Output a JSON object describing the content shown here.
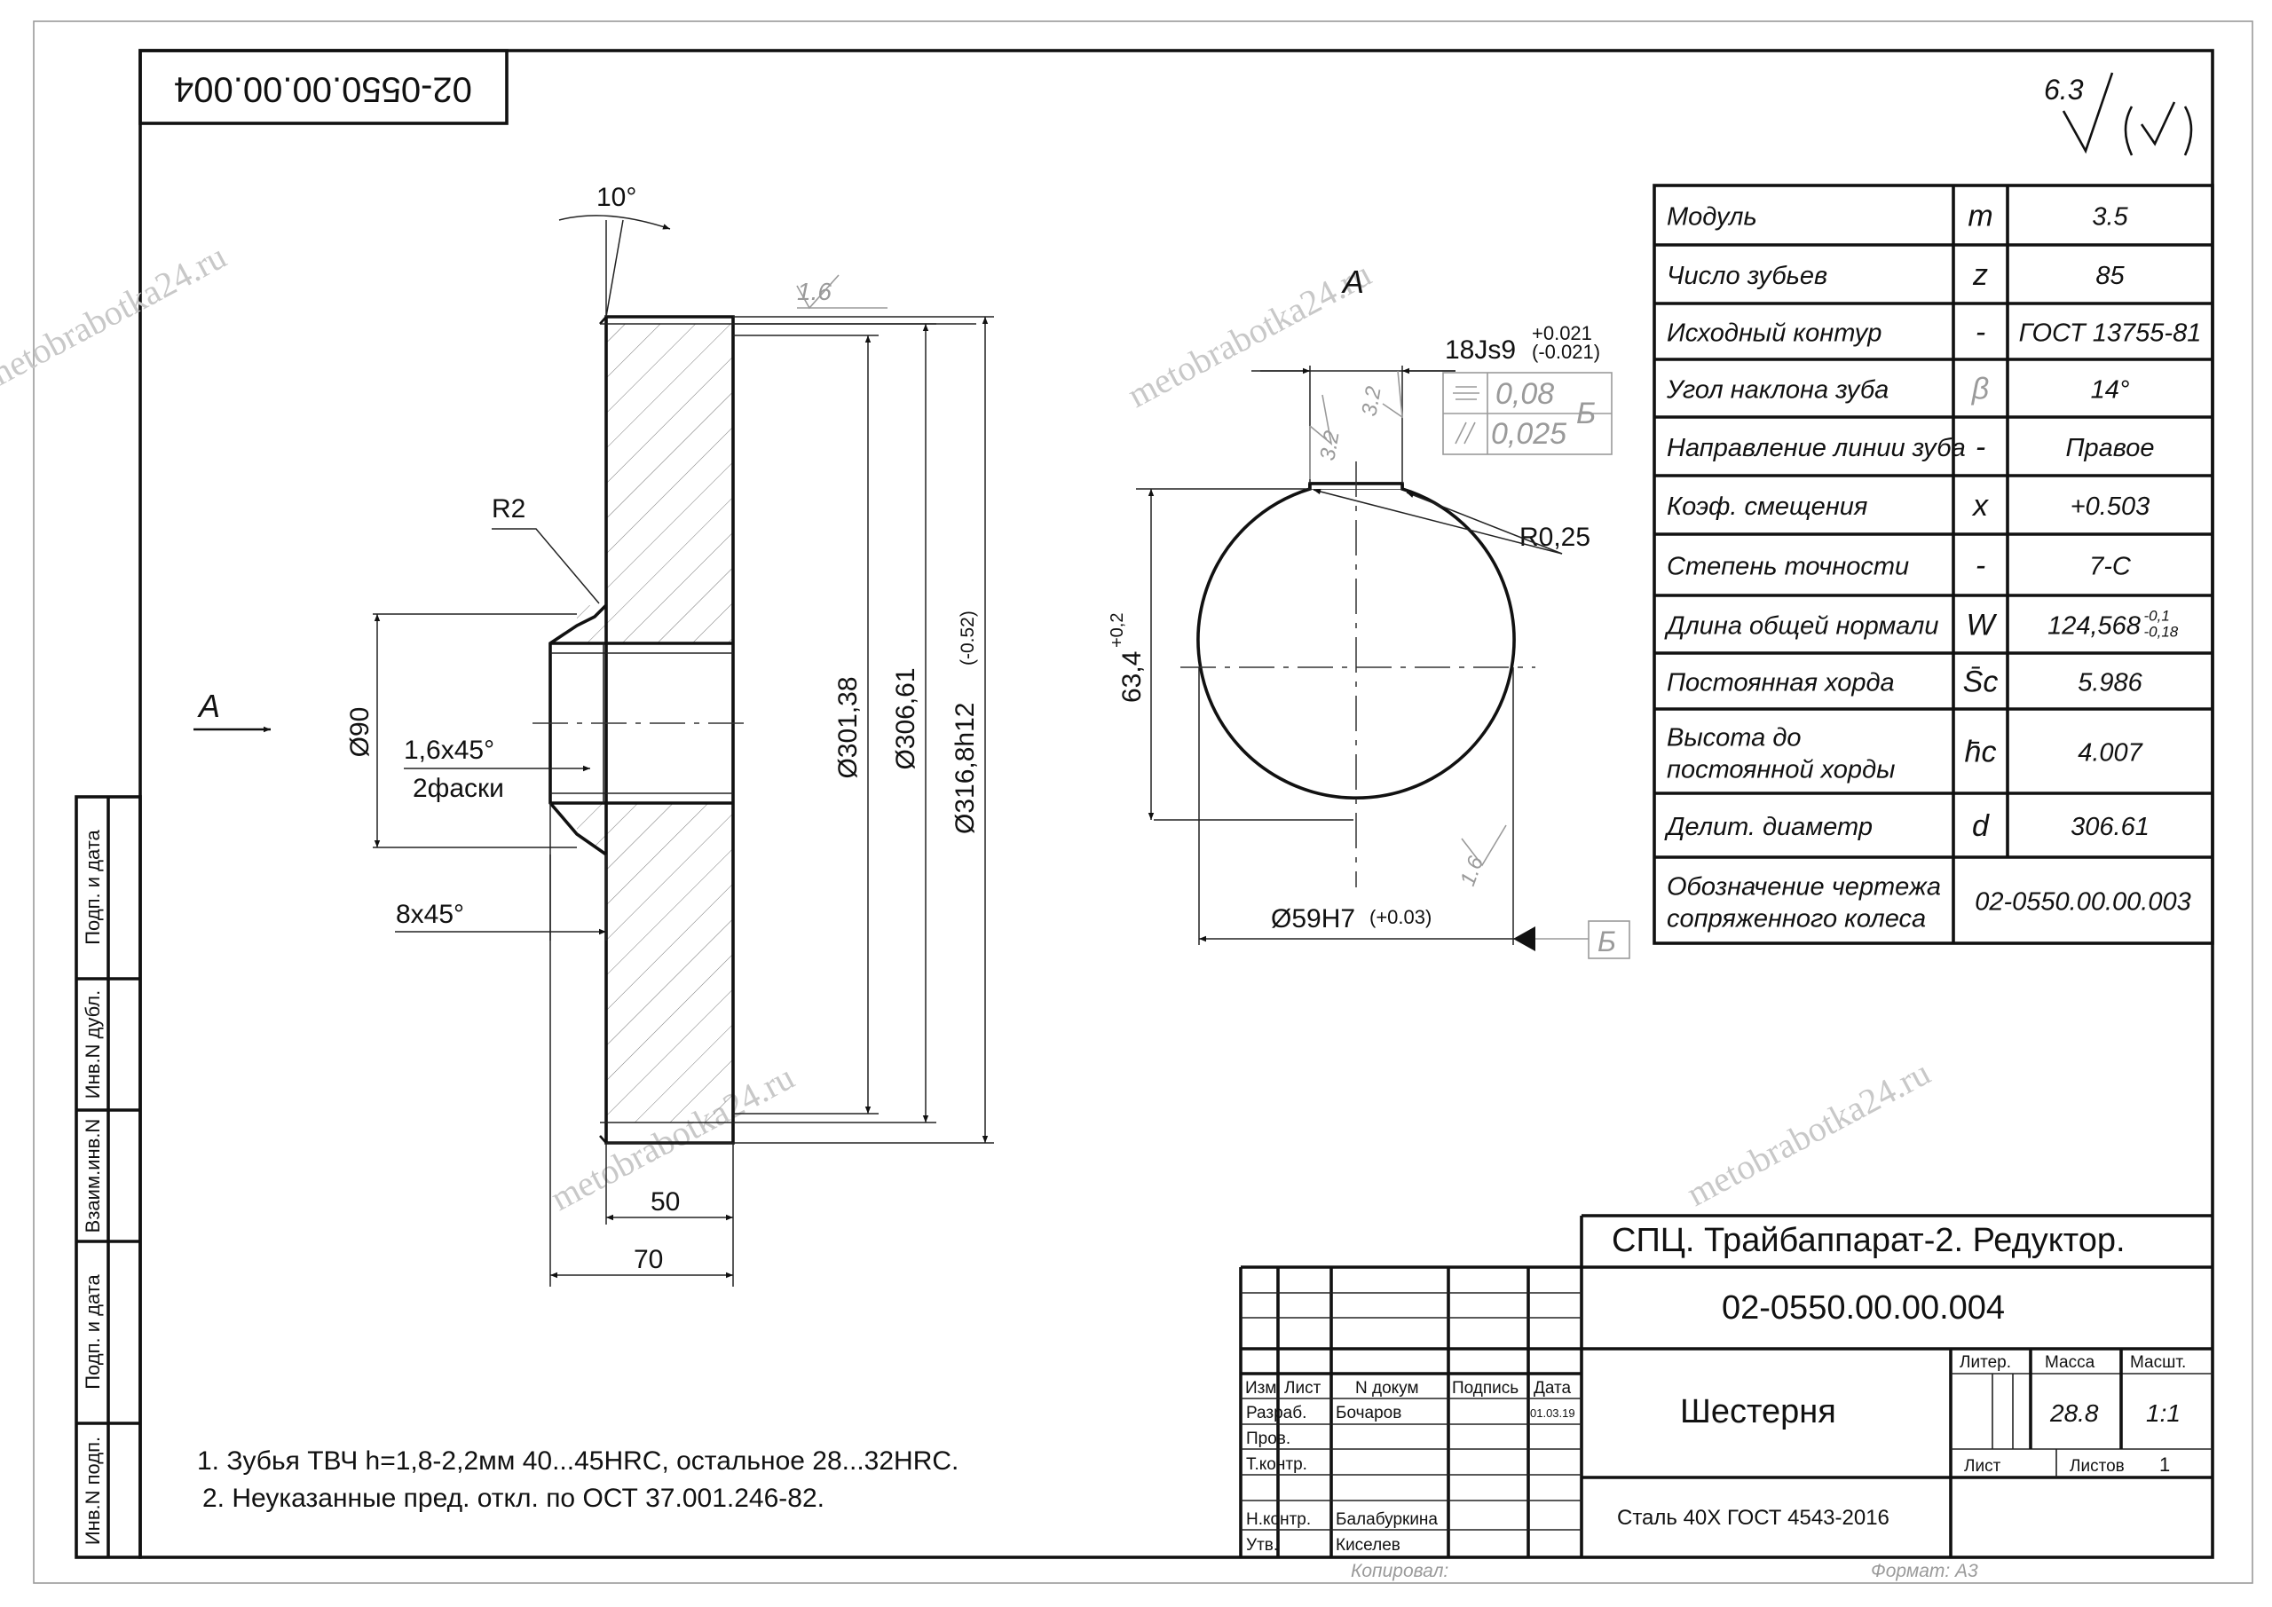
{
  "drawing": {
    "code_rotated": "02-0550.00.00.004",
    "roughness_general": "6.3",
    "watermark": "metobrabotka24.ru"
  },
  "section_view": {
    "angle_label": "10°",
    "roughness_top": "1.6",
    "radius_label": "R2",
    "view_arrow_label": "A",
    "bore_dia": "Ø90",
    "chamfer_small": "1,6x45°",
    "chamfer_small_note": "2фаски",
    "chamfer_large": "8x45°",
    "dia_1": "Ø301,38",
    "dia_2": "Ø306,61",
    "dia_3": "Ø316,8h12",
    "dia_3_tol": "(-0.52)",
    "width_50": "50",
    "width_70": "70"
  },
  "view_a": {
    "title": "A",
    "keyway": "18Js9",
    "keyway_tol_up": "+0.021",
    "keyway_tol_low": "(-0.021)",
    "keyway_roughness_1": "3.2",
    "keyway_roughness_2": "3.2",
    "tol_sym_value": "0,08",
    "tol_par_value": "0,025",
    "datum": "Б",
    "radius": "R0,25",
    "key_depth": "63,4",
    "key_depth_tol": "+0,2",
    "bore": "Ø59H7",
    "bore_tol": "(+0.03)",
    "bore_roughness": "1.6"
  },
  "gear_table": [
    {
      "name": "Модуль",
      "sym": "m",
      "val": "3.5"
    },
    {
      "name": "Число зубьев",
      "sym": "z",
      "val": "85"
    },
    {
      "name": "Исходный контур",
      "sym": "-",
      "val": "ГОСТ 13755-81"
    },
    {
      "name": "Угол наклона зуба",
      "sym": "β",
      "val": "14°"
    },
    {
      "name": "Направление линии зуба",
      "sym": "-",
      "val": "Правое"
    },
    {
      "name": "Коэф. смещения",
      "sym": "x",
      "val": "+0.503"
    },
    {
      "name": "Степень точности",
      "sym": "-",
      "val": "7-C"
    },
    {
      "name": "Длина общей нормали",
      "sym": "W",
      "val": "124,568",
      "tol_up": "-0,1",
      "tol_low": "-0,18"
    },
    {
      "name": "Постоянная хорда",
      "sym": "S̄c",
      "val": "5.986"
    },
    {
      "name": "Высота до",
      "name2": "постоянной хорды",
      "sym": "h̄c",
      "val": "4.007"
    },
    {
      "name": "Делит. диаметр",
      "sym": "d",
      "val": "306.61"
    },
    {
      "name": "Обозначение чертежа",
      "name2": "сопряженного колеса",
      "val": "02-0550.00.00.003"
    }
  ],
  "notes": [
    "1. Зубья ТВЧ h=1,8-2,2мм 40...45HRC, остальное 28...32HRC.",
    "2. Неуказанные пред. откл. по ОСТ 37.001.246-82."
  ],
  "side_stamps": [
    "Подп. и дата",
    "Инв.N дубл.",
    "Взаим.инв.N",
    "Подп. и дата",
    "Инв.N подп."
  ],
  "title_block": {
    "project": "СПЦ. Трайбаппарат-2. Редуктор.",
    "code": "02-0550.00.00.004",
    "name": "Шестерня",
    "material": "Сталь 40Х ГОСТ 4543-2016",
    "hdr_izm": "Изм",
    "hdr_list": "Лист",
    "hdr_ndoc": "N докум",
    "hdr_sign": "Подпись",
    "hdr_date": "Дата",
    "role_razrab": "Разраб.",
    "name_razrab": "Бочаров",
    "date_razrab": "01.03.19",
    "role_prov": "Пров.",
    "role_tkontr": "Т.контр.",
    "role_nkontr": "Н.контр.",
    "name_nkontr": "Балабуркина",
    "role_utv": "Утв.",
    "name_utv": "Киселев",
    "liter_label": "Литер.",
    "mass_label": "Масса",
    "scale_label": "Масшт.",
    "mass": "28.8",
    "scale": "1:1",
    "sheet_label": "Лист",
    "sheets_label": "Листов",
    "sheets": "1",
    "copied": "Копировал:",
    "format": "Формат: А3"
  }
}
